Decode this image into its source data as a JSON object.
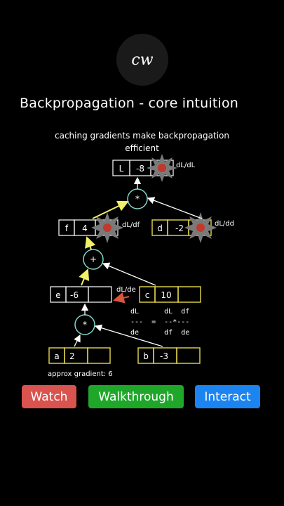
{
  "logo": {
    "text": "cw"
  },
  "title": "Backpropagation - core intuition",
  "subtitle_line1": "caching gradients make backpropagation",
  "subtitle_line2": "efficient",
  "nodes": {
    "L": {
      "name": "L",
      "value": "-8"
    },
    "f": {
      "name": "f",
      "value": "4"
    },
    "d": {
      "name": "d",
      "value": "-2"
    },
    "e": {
      "name": "e",
      "value": "-6"
    },
    "c": {
      "name": "c",
      "value": "10"
    },
    "a": {
      "name": "a",
      "value": "2"
    },
    "b": {
      "name": "b",
      "value": "-3"
    }
  },
  "ops": {
    "top": "*",
    "mid": "+",
    "low": "*"
  },
  "grad_labels": {
    "L": "dL/dL",
    "f": "dL/df",
    "d": "dL/dd",
    "e": "dL/de"
  },
  "chain_rule": {
    "row1": "dL      dL  df",
    "row2": "---  =  --*---",
    "row3": "de      df  de"
  },
  "approx_gradient": "approx gradient: 6",
  "buttons": {
    "watch": "Watch",
    "walkthrough": "Walkthrough",
    "interact": "Interact"
  },
  "colors": {
    "yellow": "#e6d94a",
    "arrow_yellow": "#f2ef6a",
    "arrow_red": "#d9553c",
    "op_circle": "#7fd8c8",
    "watch_btn": "#d9534f",
    "walkthrough_btn": "#1fa72a",
    "interact_btn": "#1b84f0"
  }
}
